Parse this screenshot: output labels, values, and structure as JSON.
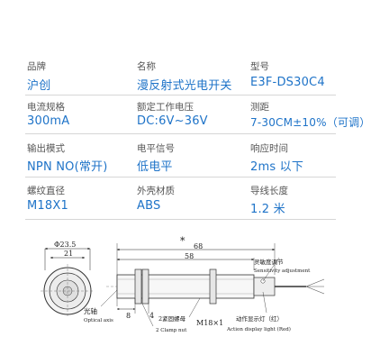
{
  "specs": {
    "row1": {
      "brand_label": "品牌",
      "brand_value": "沪创",
      "name_label": "名称",
      "name_value": "漫反射式光电开关",
      "model_label": "型号",
      "model_value": "E3F-DS30C4"
    },
    "row2": {
      "current_label": "电流规格",
      "current_value": "300mA",
      "voltage_label": "额定工作电压",
      "voltage_value": "DC:6V~36V",
      "distance_label": "测距",
      "distance_value": "7-30CM±10%（可调）"
    },
    "row3": {
      "output_label": "输出模式",
      "output_value": "NPN NO(常开)",
      "signal_label": "电平信号",
      "signal_value": "低电平",
      "response_label": "响应时间",
      "response_value": "2ms 以下"
    },
    "row4": {
      "thread_label": "螺纹直径",
      "thread_value": "M18X1",
      "material_label": "外壳材质",
      "material_value": "ABS",
      "wire_label": "导线长度",
      "wire_value": "1.2 米"
    }
  },
  "diagram": {
    "dim_phi": "Φ23.5",
    "dim_21": "21",
    "dim_68": "68",
    "star": "*",
    "dim_58": "58",
    "dim_8": "8",
    "dim_4": "4",
    "label_optical_cn": "光轴",
    "label_optical_en": "Optical axis",
    "label_nut_cn": "2紧固螺母",
    "label_nut_en": "2 Clamp nut",
    "label_thread": "M18×1",
    "label_sens_cn": "灵敏度调节",
    "label_sens_en": "Sensitivity adjustment",
    "label_action_cn": "动作显示灯（红）",
    "label_action_en": "Action display light (Red)"
  },
  "colors": {
    "value": "#1e73c8",
    "label": "#555555",
    "divider": "#d6d6d6"
  }
}
